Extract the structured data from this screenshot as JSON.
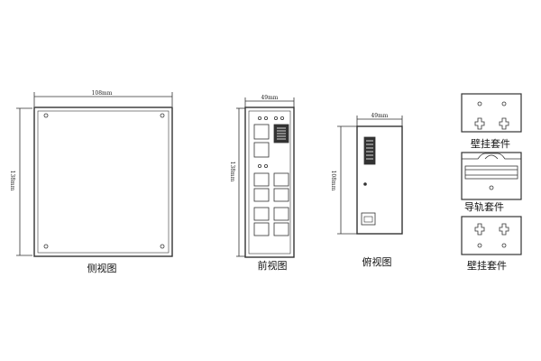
{
  "side_view": {
    "width_label": "108mm",
    "height_label": "138mm",
    "caption": "侧视图"
  },
  "front_view": {
    "width_label": "49mm",
    "height_label": "138mm",
    "caption": "前视图"
  },
  "top_view": {
    "width_label": "49mm",
    "height_label": "108mm",
    "caption": "俯视图"
  },
  "kits": {
    "wall_mount_1": "壁挂套件",
    "din_rail": "导轨套件",
    "wall_mount_2": "壁挂套件"
  },
  "colors": {
    "stroke": "#333333",
    "text": "#111111"
  }
}
